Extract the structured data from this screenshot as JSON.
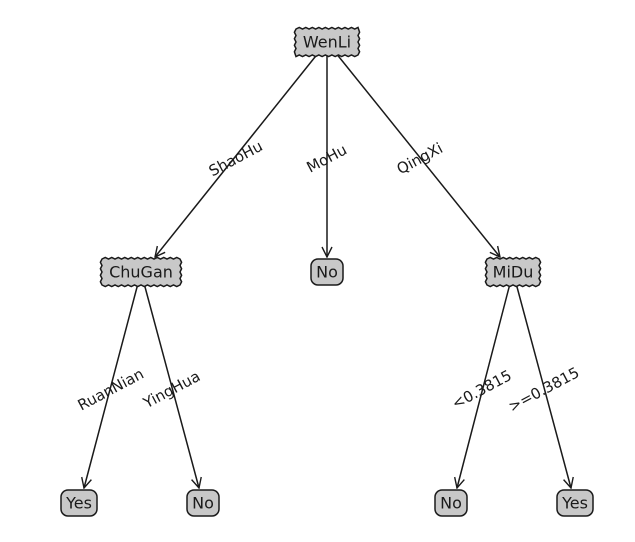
{
  "tree": {
    "nodes": [
      {
        "id": "root",
        "label": "WenLi",
        "kind": "decision"
      },
      {
        "id": "chugan",
        "label": "ChuGan",
        "kind": "decision"
      },
      {
        "id": "mohu_leaf",
        "label": "No",
        "kind": "leaf"
      },
      {
        "id": "midu",
        "label": "MiDu",
        "kind": "decision"
      },
      {
        "id": "ruannian_leaf",
        "label": "Yes",
        "kind": "leaf"
      },
      {
        "id": "yinghua_leaf",
        "label": "No",
        "kind": "leaf"
      },
      {
        "id": "lt_leaf",
        "label": "No",
        "kind": "leaf"
      },
      {
        "id": "ge_leaf",
        "label": "Yes",
        "kind": "leaf"
      }
    ],
    "edges": [
      {
        "from": "root",
        "to": "chugan",
        "label": "ShaoHu"
      },
      {
        "from": "root",
        "to": "mohu_leaf",
        "label": "MoHu"
      },
      {
        "from": "root",
        "to": "midu",
        "label": "QingXi"
      },
      {
        "from": "chugan",
        "to": "ruannian_leaf",
        "label": "RuanNian"
      },
      {
        "from": "chugan",
        "to": "yinghua_leaf",
        "label": "YingHua"
      },
      {
        "from": "midu",
        "to": "lt_leaf",
        "label": "<0.3815"
      },
      {
        "from": "midu",
        "to": "ge_leaf",
        "label": ">=0.3815"
      }
    ]
  },
  "colors": {
    "node_fill": "#c8c8c8",
    "stroke": "#1a1a1a",
    "text": "#1a1a1a"
  }
}
